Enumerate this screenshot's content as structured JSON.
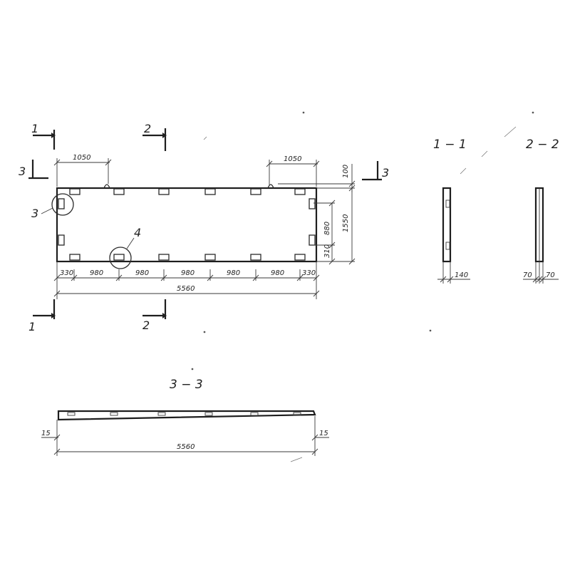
{
  "plan": {
    "section_marks": {
      "s1": "1",
      "s2": "2",
      "s3": "3"
    },
    "callouts": {
      "c3": "3",
      "c4": "4"
    },
    "dims": {
      "top_left": "1050",
      "top_right": "1050",
      "right_top": "100",
      "right_overall": "1550",
      "right_mid": "880",
      "right_bottom": "310",
      "spans": [
        "330",
        "980",
        "980",
        "980",
        "980",
        "980",
        "330"
      ],
      "overall": "5560"
    }
  },
  "section_3_3": {
    "title": "3 − 3",
    "dim_left": "15",
    "dim_right": "15",
    "overall": "5560"
  },
  "section_1_1": {
    "title": "1 − 1",
    "width": "140"
  },
  "section_2_2": {
    "title": "2 − 2",
    "left": "70",
    "right": "70"
  }
}
